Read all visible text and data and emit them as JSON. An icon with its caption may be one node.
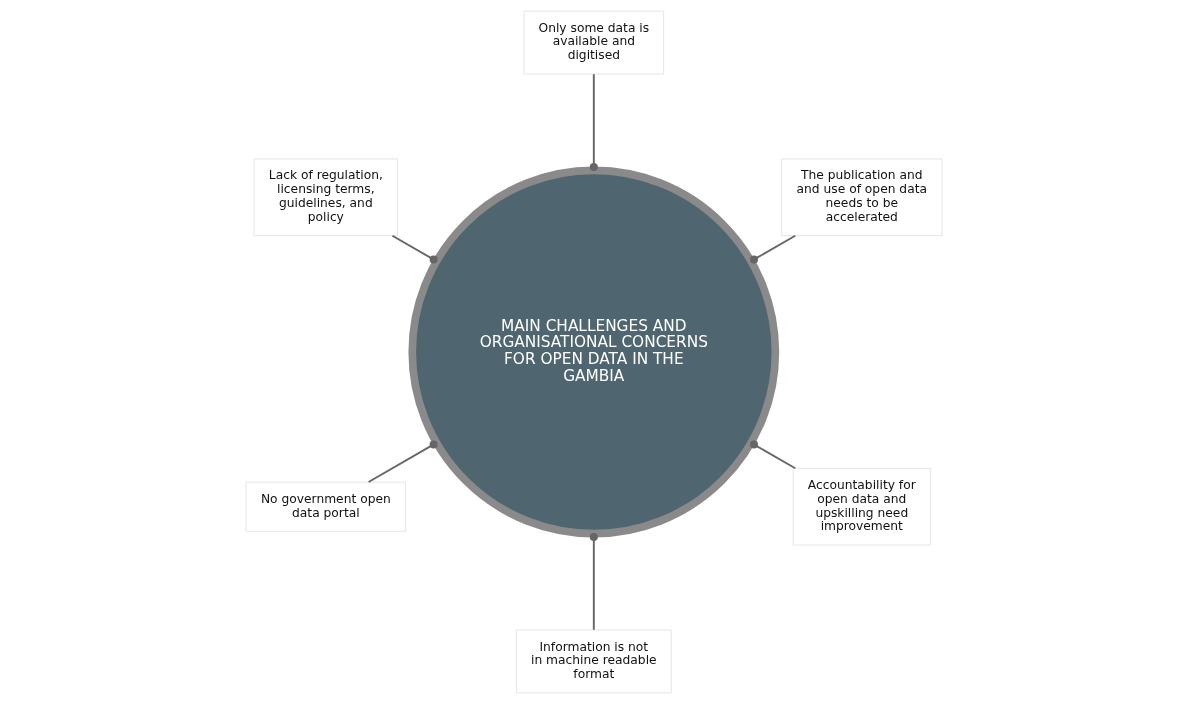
{
  "diagram": {
    "nodes": [
      {
        "text": [
          "MAIN CHALLENGES AND ORGANISATIONAL CONCERNS FOR OPEN DATA IN THE GAMBIA"
        ]
      },
      {
        "text": [
          "The publication and and use of open data needs to be accelerated"
        ]
      },
      {
        "text": [
          "Only some data is available and digitised"
        ]
      },
      {
        "text": [
          "Lack of regulation, licensing terms, guidelines, and policy"
        ]
      },
      {
        "text": [
          "No government open data portal"
        ]
      },
      {
        "text": [
          "Information is not in machine readable format"
        ]
      },
      {
        "text": [
          "Accountability for open data and upskilling need improvement"
        ]
      }
    ],
    "edges": [
      {
        "from": 1,
        "to": 0,
        "arrow": "other"
      },
      {
        "from": 2,
        "to": 0,
        "arrow": "other"
      },
      {
        "from": 3,
        "to": 0,
        "arrow": "other"
      },
      {
        "from": 4,
        "to": 0,
        "arrow": "other"
      },
      {
        "from": 5,
        "to": 0,
        "arrow": "other"
      },
      {
        "from": 6,
        "to": 0,
        "arrow": "other"
      }
    ]
  }
}
